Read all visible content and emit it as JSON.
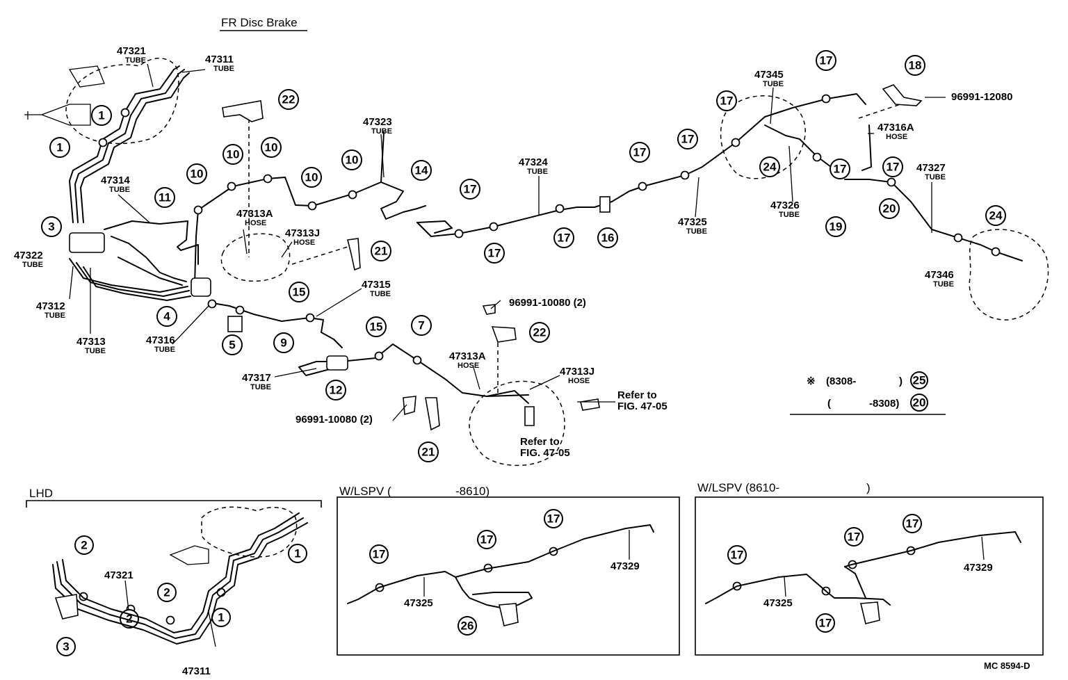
{
  "header": {
    "title": "FR Disc Brake",
    "figure_code": "MC 8594-D"
  },
  "part_numbers": [
    {
      "id": "p47321",
      "number": "47321",
      "kind": "TUBE"
    },
    {
      "id": "p47311",
      "number": "47311",
      "kind": "TUBE"
    },
    {
      "id": "p47323",
      "number": "47323",
      "kind": "TUBE"
    },
    {
      "id": "p47324",
      "number": "47324",
      "kind": "TUBE"
    },
    {
      "id": "p47345",
      "number": "47345",
      "kind": "TUBE"
    },
    {
      "id": "p96991_12080",
      "number": "96991-12080",
      "kind": ""
    },
    {
      "id": "p47316A",
      "number": "47316A",
      "kind": "HOSE"
    },
    {
      "id": "p47314",
      "number": "47314",
      "kind": "TUBE"
    },
    {
      "id": "p47313A",
      "number": "47313A",
      "kind": "HOSE"
    },
    {
      "id": "p47313J",
      "number": "47313J",
      "kind": "HOSE"
    },
    {
      "id": "p47327",
      "number": "47327",
      "kind": "TUBE"
    },
    {
      "id": "p47325",
      "number": "47325",
      "kind": "TUBE"
    },
    {
      "id": "p47326",
      "number": "47326",
      "kind": "TUBE"
    },
    {
      "id": "p47322",
      "number": "47322",
      "kind": "TUBE"
    },
    {
      "id": "p47346",
      "number": "47346",
      "kind": "TUBE"
    },
    {
      "id": "p47312",
      "number": "47312",
      "kind": "TUBE"
    },
    {
      "id": "p47313",
      "number": "47313",
      "kind": "TUBE"
    },
    {
      "id": "p47316",
      "number": "47316",
      "kind": "TUBE"
    },
    {
      "id": "p47315",
      "number": "47315",
      "kind": "TUBE"
    },
    {
      "id": "p96991_10080a",
      "number": "96991-10080 (2)",
      "kind": ""
    },
    {
      "id": "p47313A_b",
      "number": "47313A",
      "kind": "HOSE"
    },
    {
      "id": "p47313J_b",
      "number": "47313J",
      "kind": "HOSE"
    },
    {
      "id": "p47317",
      "number": "47317",
      "kind": "TUBE"
    },
    {
      "id": "p96991_10080b",
      "number": "96991-10080 (2)",
      "kind": ""
    },
    {
      "id": "ref1",
      "number": "Refer to",
      "kind": "FIG. 47-05"
    },
    {
      "id": "ref2",
      "number": "Refer to",
      "kind": "FIG. 47-05"
    }
  ],
  "callouts": [
    "1",
    "1",
    "3",
    "4",
    "5",
    "9",
    "10",
    "10",
    "10",
    "10",
    "10",
    "11",
    "12",
    "14",
    "15",
    "15",
    "16",
    "17",
    "17",
    "17",
    "17",
    "17",
    "17",
    "17",
    "17",
    "17",
    "18",
    "19",
    "20",
    "21",
    "21",
    "22",
    "22",
    "24",
    "24",
    "7"
  ],
  "legend": {
    "mark": "※",
    "row1": "(8308-",
    "row1_paren": ")",
    "row1_ref": "25",
    "row2": "(",
    "row2_range": "-8308)",
    "row2_ref": "20"
  },
  "insets": {
    "lhd": {
      "title": "LHD",
      "labels": {
        "p47321": "47321",
        "p47311": "47311"
      },
      "callouts": [
        "2",
        "2",
        "2",
        "1",
        "1",
        "3"
      ]
    },
    "lspv1": {
      "title": "W/LSPV (",
      "range": "-8610)",
      "labels": {
        "p47325": "47325",
        "p47329": "47329"
      },
      "callouts": [
        "17",
        "17",
        "17",
        "26"
      ]
    },
    "lspv2": {
      "title": "W/LSPV (8610-",
      "range": ")",
      "labels": {
        "p47325": "47325",
        "p47329": "47329"
      },
      "callouts": [
        "17",
        "17",
        "17",
        "17"
      ]
    }
  }
}
